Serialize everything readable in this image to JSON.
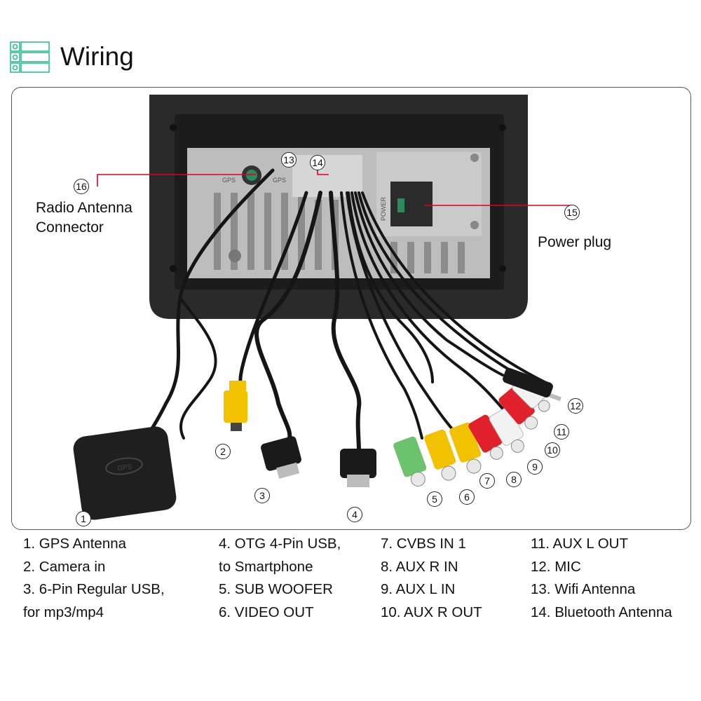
{
  "header": {
    "title": "Wiring",
    "icon": "list-icon",
    "accent": "#2fbf8f"
  },
  "callouts": {
    "radio_antenna_line1": "Radio Antenna",
    "radio_antenna_line2": "Connector",
    "power_plug": "Power plug"
  },
  "device_labels": {
    "gps_port": "GPS",
    "gps_port_2": "GPS",
    "power": "POWER",
    "gps_puck": "GPS"
  },
  "markers": [
    "1",
    "2",
    "3",
    "4",
    "5",
    "6",
    "7",
    "8",
    "9",
    "10",
    "11",
    "12",
    "13",
    "14",
    "15",
    "16"
  ],
  "legend": {
    "columns": [
      [
        "1. GPS Antenna",
        "2. Camera in",
        "3. 6-Pin Regular USB,",
        "for mp3/mp4"
      ],
      [
        "4. OTG 4-Pin USB,",
        "to Smartphone",
        "5. SUB WOOFER",
        "6. VIDEO OUT"
      ],
      [
        "7. CVBS IN 1",
        "8. AUX R IN",
        "9. AUX L IN",
        "10. AUX R OUT"
      ],
      [
        "11. AUX L OUT",
        "12. MIC",
        "13. Wifi Antenna",
        "14. Bluetooth Antenna"
      ]
    ]
  },
  "colors": {
    "callout_line": "#e0001b",
    "rca_red": "#e0202a",
    "rca_white": "#f2f2f2",
    "rca_yellow": "#f2c200",
    "rca_green": "#6dc36d",
    "cable": "#151515"
  }
}
